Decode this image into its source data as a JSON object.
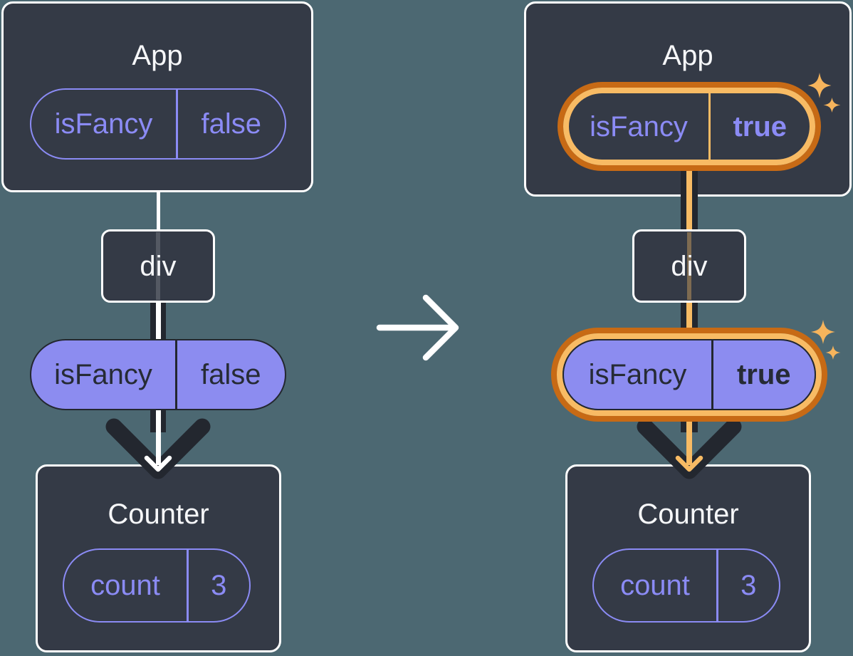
{
  "colors": {
    "background": "#4C6872",
    "card_fill": "#343A46",
    "card_border": "#FFFFFF",
    "purple_accent": "#8B8BF5",
    "purple_pill_fill": "#8C8CF0",
    "dark_stroke": "#23272F",
    "highlight_orange_dark": "#C76A15",
    "highlight_orange_light": "#F8BB64",
    "sparkle_orange": "#F6B45C",
    "title_text": "#F6F7F9"
  },
  "before": {
    "app_title": "App",
    "app_prop_name": "isFancy",
    "app_prop_value": "false",
    "element_label": "div",
    "passed_prop_name": "isFancy",
    "passed_prop_value": "false",
    "counter_title": "Counter",
    "state_name": "count",
    "state_value": "3"
  },
  "after": {
    "app_title": "App",
    "app_prop_name": "isFancy",
    "app_prop_value": "true",
    "element_label": "div",
    "passed_prop_name": "isFancy",
    "passed_prop_value": "true",
    "counter_title": "Counter",
    "state_name": "count",
    "state_value": "3"
  },
  "icons": {
    "transition_arrow": "right-arrow",
    "props_arrow": "down-arrow",
    "sparkles": "sparkle-4-point"
  }
}
